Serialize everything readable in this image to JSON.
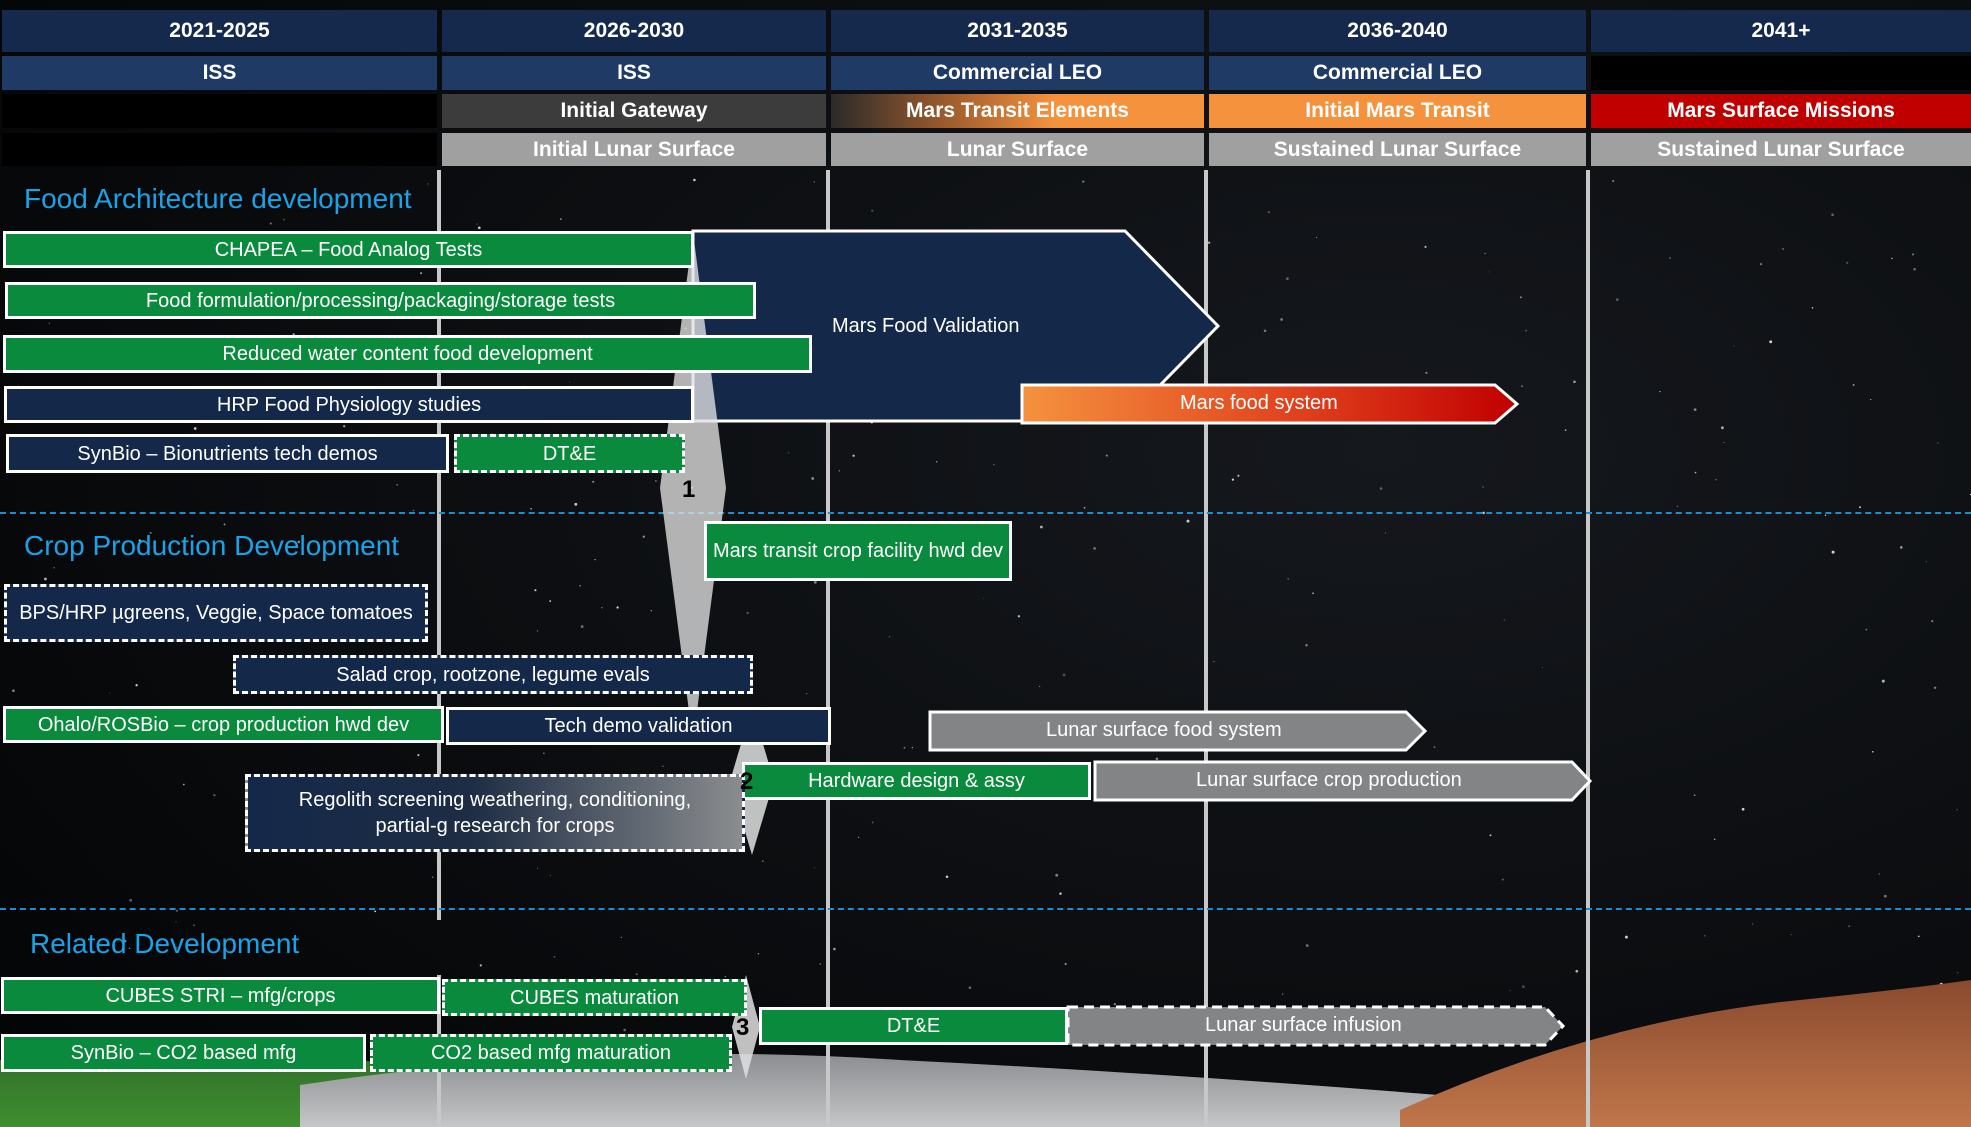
{
  "header": {
    "periods": [
      "2021-2025",
      "2026-2030",
      "2031-2035",
      "2036-2040",
      "2041+"
    ],
    "platforms": [
      "ISS",
      "ISS",
      "Commercial LEO",
      "Commercial LEO",
      ""
    ],
    "gateway_row": [
      "",
      "Initial Gateway",
      "Mars Transit Elements",
      "Initial Mars Transit",
      "Mars Surface Missions"
    ],
    "lunar_row": [
      "",
      "Initial Lunar Surface",
      "Lunar Surface",
      "Sustained Lunar Surface",
      "Sustained Lunar Surface"
    ]
  },
  "sections": {
    "food": "Food Architecture development",
    "crop": "Crop Production Development",
    "related": "Related Development"
  },
  "food_bars": {
    "chapea": "CHAPEA – Food Analog Tests",
    "formulation": "Food formulation/processing/packaging/storage tests",
    "reduced_water": "Reduced water content food development",
    "hrp": "HRP Food Physiology studies",
    "synbio_bionutrients": "SynBio – Bionutrients tech demos",
    "dte": "DT&E",
    "mars_food_validation": "Mars Food Validation",
    "mars_food_system": "Mars food system"
  },
  "crop_bars": {
    "mars_transit_crop": "Mars transit crop facility hwd dev",
    "bps_hrp": "BPS/HRP µgreens, Veggie, Space tomatoes",
    "salad": "Salad crop, rootzone, legume evals",
    "ohalo": "Ohalo/ROSBio – crop production hwd dev",
    "tech_demo": "Tech demo validation",
    "lunar_food_system": "Lunar surface food system",
    "hardware_design": "Hardware design & assy",
    "lunar_crop_production": "Lunar surface crop production",
    "regolith": "Regolith screening weathering, conditioning, partial-g research for crops"
  },
  "related_bars": {
    "cubes_stri": "CUBES STRI – mfg/crops",
    "cubes_maturation": "CUBES maturation",
    "synbio_co2": "SynBio – CO2 based mfg",
    "co2_maturation": "CO2 based mfg maturation",
    "dte": "DT&E",
    "lunar_infusion": "Lunar surface infusion"
  },
  "milestones": [
    "1",
    "2",
    "3"
  ],
  "colors": {
    "header_navy": "#15294d",
    "green": "#0a8a3c",
    "navy": "#14284a",
    "gray": "#828486",
    "orange": "#f5923e",
    "red": "#c00000",
    "section_blue": "#1aa3e8"
  }
}
